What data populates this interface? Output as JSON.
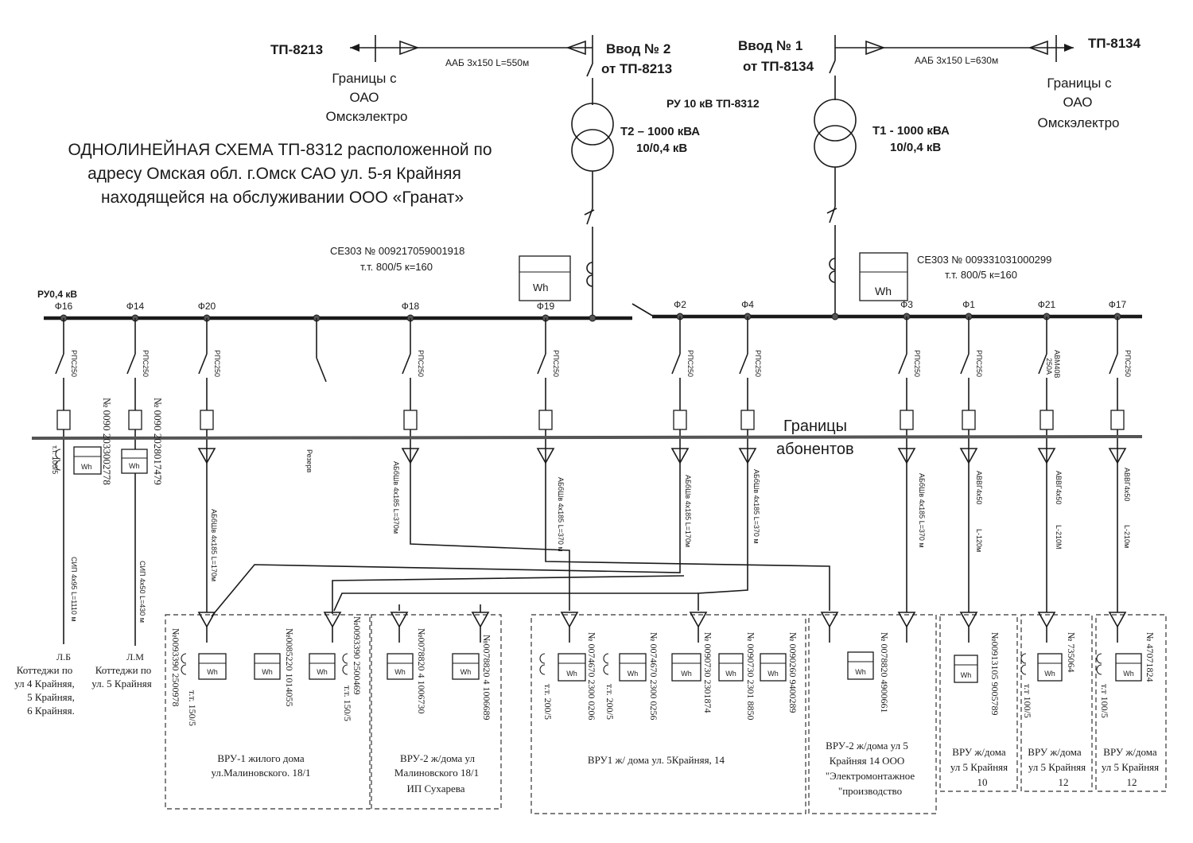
{
  "title": {
    "line1": "ОДНОЛИНЕЙНАЯ СХЕМА ТП-8312 расположенной по",
    "line2": "адресу Омская обл. г.Омск  САО ул. 5-я Крайняя",
    "line3": "находящейся на обслуживании  ООО «Гранат»"
  },
  "inputs": {
    "left_tp": "ТП-8213",
    "right_tp": "ТП-8134",
    "left_cable": "ААБ 3х150 L=550м",
    "right_cable": "ААБ 3х150 L=630м",
    "vvod2_line1": "Ввод № 2",
    "vvod2_line2": "от ТП-8213",
    "vvod1_line1": "Ввод № 1",
    "vvod1_line2": "от ТП-8134",
    "boundary_line1": "Границы с",
    "boundary_line2": "ОАО",
    "boundary_line3": "Омскэлектро",
    "ru10": "РУ 10 кВ ТП-8312"
  },
  "transformers": {
    "t2_line1": "Т2 – 1000 кВА",
    "t2_line2": "10/0,4 кВ",
    "t1_line1": "Т1 -  1000 кВА",
    "t1_line2": "10/0,4 кВ"
  },
  "meters": {
    "left_model": "СЕ303  № 009217059001918",
    "left_ct": "т.т. 800/5      к=160",
    "right_model": "СЕ303 № 009331031000299",
    "right_ct": "т.т. 800/5      к=160",
    "wh": "Wh"
  },
  "bus": {
    "label": "РУ0,4 кВ",
    "feeders": [
      "Ф16",
      "Ф14",
      "Ф20",
      "Ф18",
      "Ф19",
      "Ф2",
      "Ф4",
      "Ф3",
      "Ф1",
      "Ф21",
      "Ф17"
    ],
    "boundary_line1": "Границы",
    "boundary_line2": "абонентов"
  },
  "switch_labels": {
    "rps": "РПС250",
    "avm_line1": "АВМ40В",
    "avm_line2": "250А",
    "reserve": "Резерв"
  },
  "cables": {
    "f16": "СИП 4х95 L=1110 м",
    "f14": "СИП 4х50 L=430 м",
    "f20": "АБбШв 4х185 L=170м",
    "f18": "АБбШв 4х185 L=370м",
    "f19": "АБбШв 4х185 L=370 м",
    "f2": "АБбШв 4х185 L=170м",
    "f4": "АБбШв 4х185 L=370 м",
    "f3": "АБбШв 4х185 L=370 м",
    "f1_a": "АВВГ4х50",
    "f1_b": "L-120м",
    "f21_a": "АВВГ4х50",
    "f21_b": "L-210М",
    "f17_a": "АВВГ4х50",
    "f17_b": "L-210м"
  },
  "serials": {
    "f16_meter": "№ 0090 2033002778",
    "f14_meter": "№ 0090 2028017479",
    "f16_ct": "т.т. 100/5",
    "vru1_a": "№0093390 2500978",
    "vru1_a_ct": "т.т. 150/5",
    "vru1_b": "№0085220 1014055",
    "vru1_c": "№0093390 2500469",
    "vru1_c_ct": "т.т. 150/5",
    "vru2_a": "№0078820 4 1006730",
    "vru2_b": "№0078820 4 1006689",
    "vru5_a": "№ 0074670 2300 0206",
    "vru5_a_ct": "т.т. 200/5",
    "vru5_b": "№ 0074670 2300 0256",
    "vru5_b_ct": "т.т. 200/5",
    "vru5_c": "№ 0090730 2301874",
    "vru5_d": "№ 0090730 2301 8850",
    "vru5_e": "№ 0090260 9400289",
    "vru14": "№ 0078820 4900661",
    "vru10": "№00913105 9005789",
    "vru12a": "№ 735064",
    "vru12a_ct": "т.т 100/5",
    "vru12b": "№ 47071824",
    "vru12b_ct": "т.т 100/5"
  },
  "consumers": {
    "cottages_lb": "Л.Б",
    "cottages_lm": "Л.М",
    "cottages_a1": "Коттеджи по",
    "cottages_a2": "ул 4 Крайняя,",
    "cottages_a3": "5 Крайняя,",
    "cottages_a4": "6 Крайняя.",
    "cottages_b1": "Коттеджи по",
    "cottages_b2": "ул. 5 Крайняя",
    "vru1_1": "ВРУ-1  жилого дома",
    "vru1_2": "ул.Малиновского. 18/1",
    "vru2_1": "ВРУ-2 ж/дома ул",
    "vru2_2": "Малиновского 18/1",
    "vru2_3": "ИП Сухарева",
    "vru5": "ВРУ1  ж/ дома ул. 5Крайняя, 14",
    "vru14_1": "ВРУ-2 ж/дома ул 5",
    "vru14_2": "Крайняя 14    ООО",
    "vru14_3": "\"Электромонтажное",
    "vru14_4": "\"производство",
    "vru10_1": "ВРУ ж/дома",
    "vru10_2": "ул 5 Крайняя",
    "vru10_3": "10",
    "vru12a_1": "ВРУ ж/дома",
    "vru12a_2": "ул 5 Крайняя",
    "vru12a_3": "12",
    "vru12b_1": "ВРУ ж/дома",
    "vru12b_2": "ул 5 Крайняя",
    "vru12b_3": "12"
  }
}
